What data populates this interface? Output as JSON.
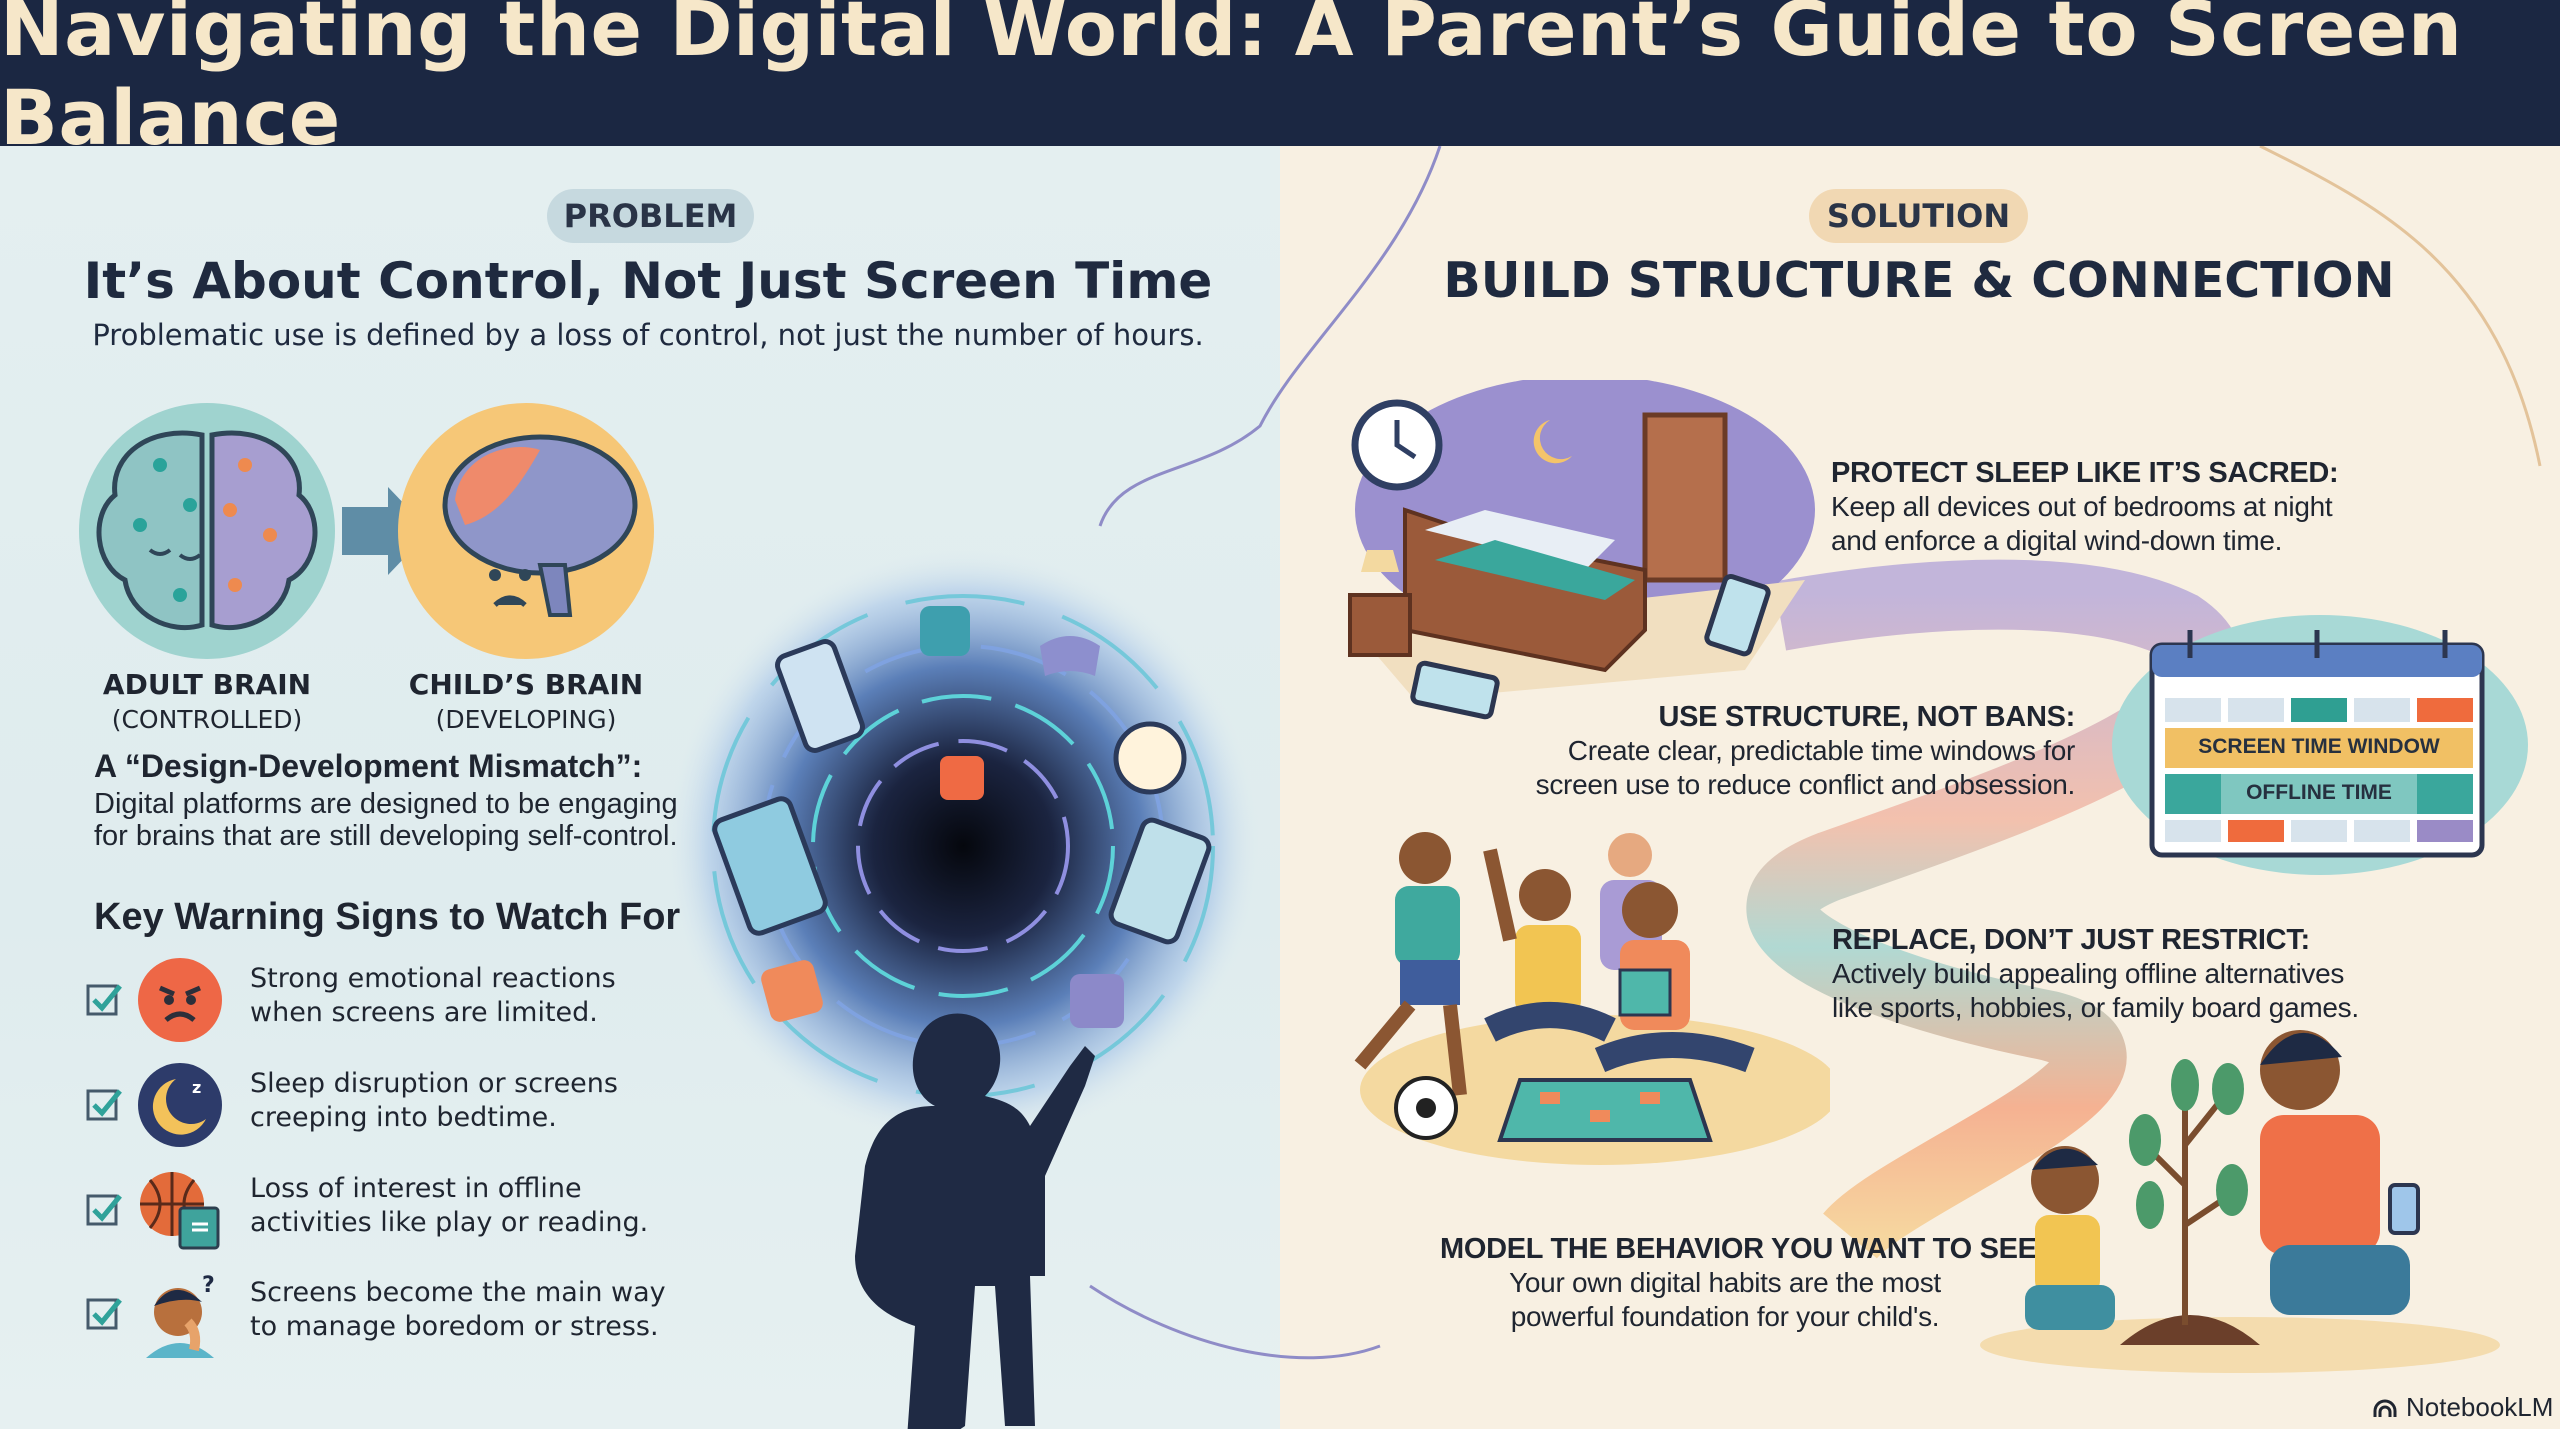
{
  "header": {
    "title": "Navigating the Digital World: A Parent’s Guide to Screen Balance"
  },
  "problem": {
    "badge": "PROBLEM",
    "title": "It’s About Control, Not Just Screen Time",
    "subtitle": "Problematic use is defined by a loss of control, not just the number of hours.",
    "brains": [
      {
        "label": "ADULT BRAIN",
        "sublabel": "(CONTROLLED)"
      },
      {
        "label": "CHILD’S BRAIN",
        "sublabel": "(DEVELOPING)"
      }
    ],
    "mismatch": {
      "heading": "A “Design-Development Mismatch”:",
      "lines": [
        "Digital platforms are designed to be engaging",
        "for brains that are still developing self-control."
      ]
    },
    "warning": {
      "heading": "Key Warning Signs to Watch For",
      "items": [
        {
          "icon": "angry-face-icon",
          "lines": [
            "Strong emotional reactions",
            "when screens are limited."
          ]
        },
        {
          "icon": "moon-sleep-icon",
          "lines": [
            "Sleep disruption or screens",
            "creeping into bedtime."
          ]
        },
        {
          "icon": "basketball-book-icon",
          "lines": [
            "Loss of interest in offline",
            "activities like play or reading."
          ]
        },
        {
          "icon": "bored-child-icon",
          "lines": [
            "Screens become the main way",
            "to manage boredom or stress."
          ]
        }
      ]
    }
  },
  "solution": {
    "badge": "SOLUTION",
    "title": "BUILD STRUCTURE & CONNECTION",
    "steps": [
      {
        "heading": "PROTECT SLEEP LIKE IT’S SACRED:",
        "lines": [
          "Keep all devices out of bedrooms at night",
          "and enforce a digital wind-down time."
        ]
      },
      {
        "heading": "USE STRUCTURE, NOT BANS:",
        "lines": [
          "Create clear, predictable time windows for",
          "screen use to reduce conflict and obsession."
        ]
      },
      {
        "heading": "REPLACE, DON’T JUST RESTRICT:",
        "lines": [
          "Actively build appealing offline alternatives",
          "like sports, hobbies, or family board games."
        ]
      },
      {
        "heading": "MODEL THE BEHAVIOR YOU WANT TO SEE:",
        "lines": [
          "Your own digital habits are the most",
          "powerful foundation for your child's."
        ]
      }
    ],
    "calendar": {
      "screen_time": "SCREEN TIME WINDOW",
      "offline": "OFFLINE TIME"
    }
  },
  "footer": {
    "brand": "NotebookLM"
  },
  "colors": {
    "header": "#1b2742",
    "title": "#f6e7c9",
    "left_bg": "#e4eff0",
    "right_bg": "#f8f0e2",
    "teal": "#3fa69c",
    "orange": "#f06a3f",
    "yellow": "#f1c060",
    "purple": "#9a8bc6"
  }
}
